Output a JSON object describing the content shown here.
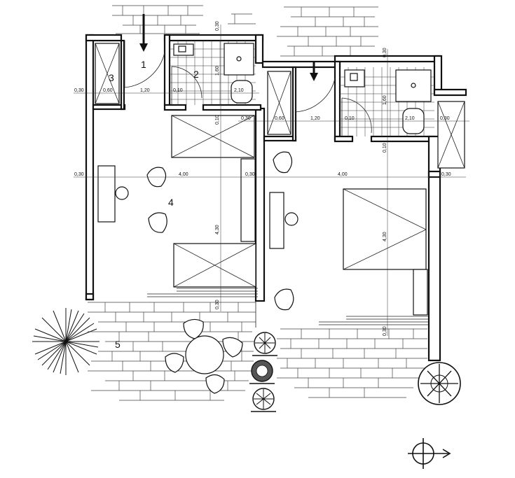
{
  "rooms": {
    "r1": "1",
    "r2": "2",
    "r3": "3",
    "r4": "4",
    "r5": "5"
  },
  "dimensions": {
    "left_wall_h": "0,30",
    "wardrobe_w": "0,60",
    "entry_w": "1,20",
    "partition_w": "0,10",
    "bath_w": "2,10",
    "bath_h": "1,60",
    "top_wall": "0,30",
    "lower_partition": "0,10",
    "room_w": "4,00",
    "room_left_wall": "0,30",
    "middle_wall": "0,30",
    "room_h": "4,30",
    "bottom_wall": "0,30",
    "r_left_wall": "0,30",
    "r_wardrobe_w": "0,60",
    "r_entry_w": "1,20",
    "r_partition_w": "0,10",
    "r_bath_w": "2,10",
    "r_right_wall": "0,30",
    "r_bath_h": "1,60",
    "r_top_wall": "0,30",
    "r_lower_partition": "0,10",
    "r_room_w": "4,00",
    "r_right_wall2": "0,30",
    "r_room_h": "4,30",
    "r_bottom_wall": "0,30"
  }
}
